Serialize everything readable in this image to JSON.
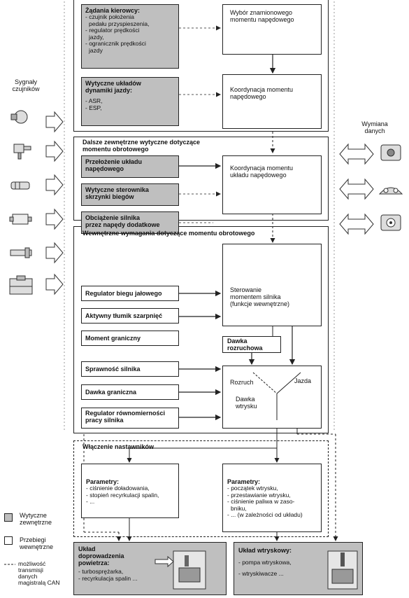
{
  "left_label": {
    "line1": "Sygnały",
    "line2": "czujników"
  },
  "right_label": {
    "line1": "Wymiana",
    "line2": "danych"
  },
  "driver": {
    "title": "Żądania kierowcy:",
    "items": [
      "- czujnik położenia",
      "  pedału przyspieszenia,",
      "- regulator prędkości",
      "  jazdy,",
      "- ogranicznik prędkości",
      "  jazdy"
    ]
  },
  "nominal_torque": {
    "line1": "Wybór znamionowego",
    "line2": "momentu napędowego"
  },
  "dynamics": {
    "title1": "Wytyczne układów",
    "title2": "dynamiki jazdy:",
    "items": [
      "- ASR,",
      "- ESP,"
    ]
  },
  "coord1": {
    "line1": "Koordynacja momentu",
    "line2": "napędowego"
  },
  "external": {
    "title1": "Dalsze zewnętrzne wytyczne dotyczące",
    "title2": "momentu obrotowego",
    "gear_ratio": {
      "line1": "Przełożenie układu",
      "line2": "napędowego"
    },
    "gearbox": {
      "line1": "Wytyczne sterownika",
      "line2": "skrzynki biegów"
    },
    "engine_load": {
      "line1": "Obciążenie silnika",
      "line2": "przez napędy dodatkowe"
    },
    "coord2": {
      "line1": "Koordynacja momentu",
      "line2": "układu napędowego"
    }
  },
  "internal": {
    "title": "Wewnętrzne wymagania dotyczące momentu obrotowego",
    "idle": "Regulator biegu jałowego",
    "damper": "Aktywny tłumik szarpnięć",
    "limit_torque": "Moment graniczny",
    "engine_control": {
      "line1": "Sterowanie",
      "line2": "momentem silnika",
      "line3": "(funkcje wewnętrzne)"
    },
    "start_dose": {
      "line1": "Dawka",
      "line2": "rozruchowa"
    },
    "efficiency": "Sprawność silnika",
    "limit_dose": "Dawka graniczna",
    "smooth": {
      "line1": "Regulator równomierności",
      "line2": "pracy silnika"
    },
    "switch": {
      "start": "Rozruch",
      "drive": "Jazda",
      "dose1": "Dawka",
      "dose2": "wtrysku"
    }
  },
  "actuators": {
    "title": "Włączenie nastawników",
    "params_left": {
      "title": "Parametry:",
      "items": [
        "- ciśnienie doładowania,",
        "- stopień recyrkulacji spalin,",
        "- ..."
      ]
    },
    "params_right": {
      "title": "Parametry:",
      "items": [
        "- początek wtrysku,",
        "- przestawianie wtrysku,",
        "- ciśnienie paliwa w zaso-",
        "  bniku,",
        "- ... (w zależności od układu)"
      ]
    }
  },
  "air_system": {
    "title1": "Układ",
    "title2": "doprowadzenia",
    "title3": "powietrza:",
    "items": [
      "- turbosprężarka,",
      "- recyrkulacja spalin ..."
    ]
  },
  "injection_system": {
    "title": "Układ wtryskowy:",
    "items": [
      "- pompa wtryskowa,",
      "- wtryskiwacze ..."
    ]
  },
  "legend": {
    "external": {
      "line1": "Wytyczne",
      "line2": "zewnętrzne"
    },
    "internal": {
      "line1": "Przebiegi",
      "line2": "wewnętrzne"
    },
    "can": {
      "line1": "możliwość",
      "line2": "transmisji",
      "line3": "danych",
      "line4": "magistralą CAN"
    }
  },
  "colors": {
    "grey_box": "#bfbfbf",
    "line": "#222222",
    "background": "#ffffff"
  }
}
